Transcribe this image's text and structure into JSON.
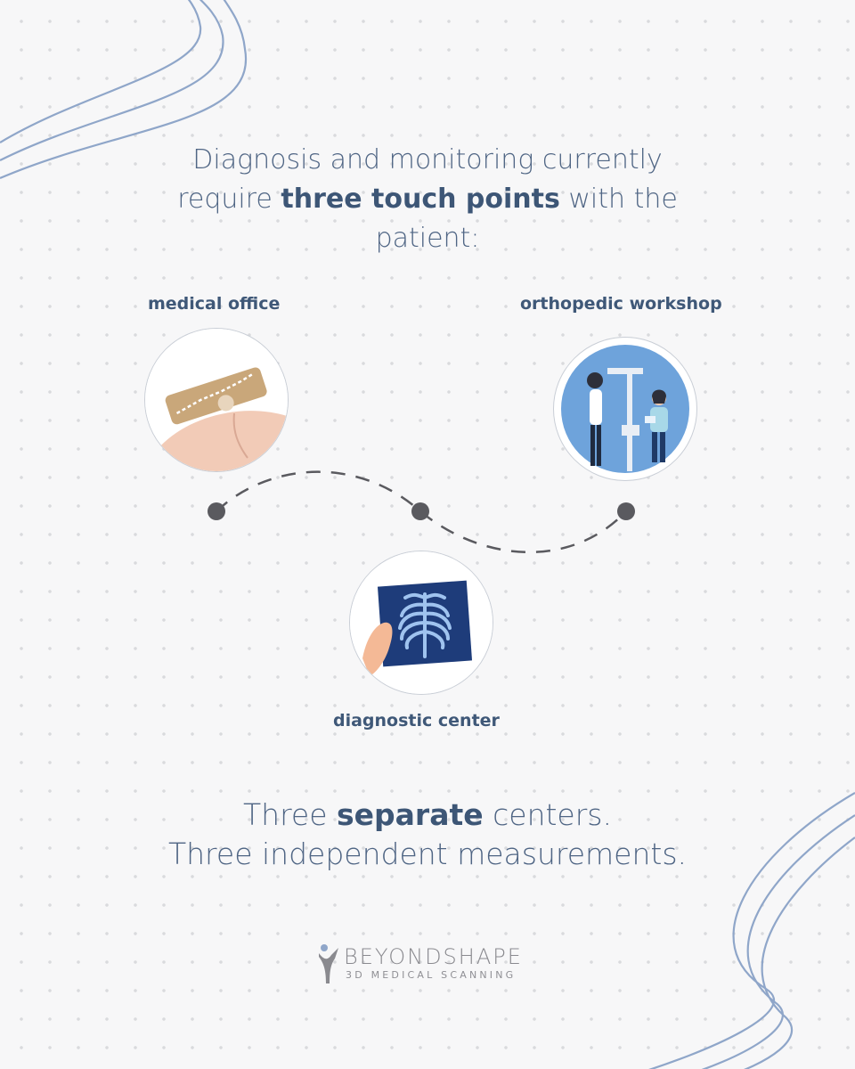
{
  "headline": {
    "part1": "Diagnosis and monitoring currently",
    "part2": "require ",
    "emphasis": "three touch points",
    "part3": " with the",
    "part4": "patient:"
  },
  "touchpoints": [
    {
      "label": "medical office",
      "icon": "kinesio-tape-on-back-icon"
    },
    {
      "label": "orthopedic workshop",
      "icon": "orthopedic-measurement-icon"
    },
    {
      "label": "diagnostic center",
      "icon": "chest-xray-icon"
    }
  ],
  "closing": {
    "part1": "Three ",
    "emphasis": "separate",
    "part2": " centers.",
    "line2": "Three independent measurements."
  },
  "logo": {
    "brand": "BEYONDSHAPE",
    "tagline": "3D MEDICAL SCANNING"
  },
  "colors": {
    "text": "#4f6584",
    "accent_lines": "#8fa6c9",
    "dots": "#5a5a5f",
    "circle_fill": "#6ea3db"
  }
}
